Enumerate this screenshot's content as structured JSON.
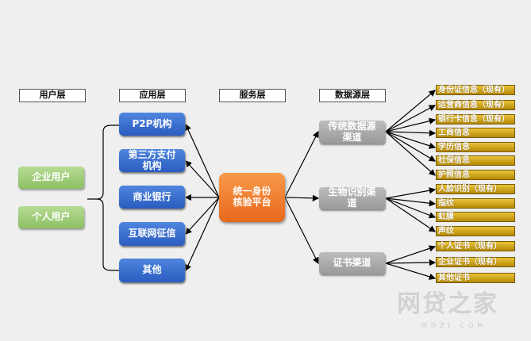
{
  "headers": {
    "user": "用户层",
    "app": "应用层",
    "service": "服务层",
    "data": "数据源层"
  },
  "users": [
    "企业用户",
    "个人用户"
  ],
  "apps": [
    "P2P机构",
    "第三方支付机构",
    "商业银行",
    "互联网征信",
    "其他"
  ],
  "platform": "统一身份核验平台",
  "channels": [
    "传统数据源渠道",
    "生物识别渠道",
    "证书渠道"
  ],
  "sources": [
    "身份证信息（现有）",
    "运营商信息（现有）",
    "银行卡信息（现有）",
    "工商信息",
    "学历信息",
    "社保信息",
    "护照信息",
    "人脸识别（现有）",
    "指纹",
    "虹膜",
    "声纹",
    "个人证书（现有）",
    "企业证书（现有）",
    "其他证书"
  ],
  "watermark": {
    "name": "网贷之家",
    "domain": "WDZJ.COM"
  }
}
